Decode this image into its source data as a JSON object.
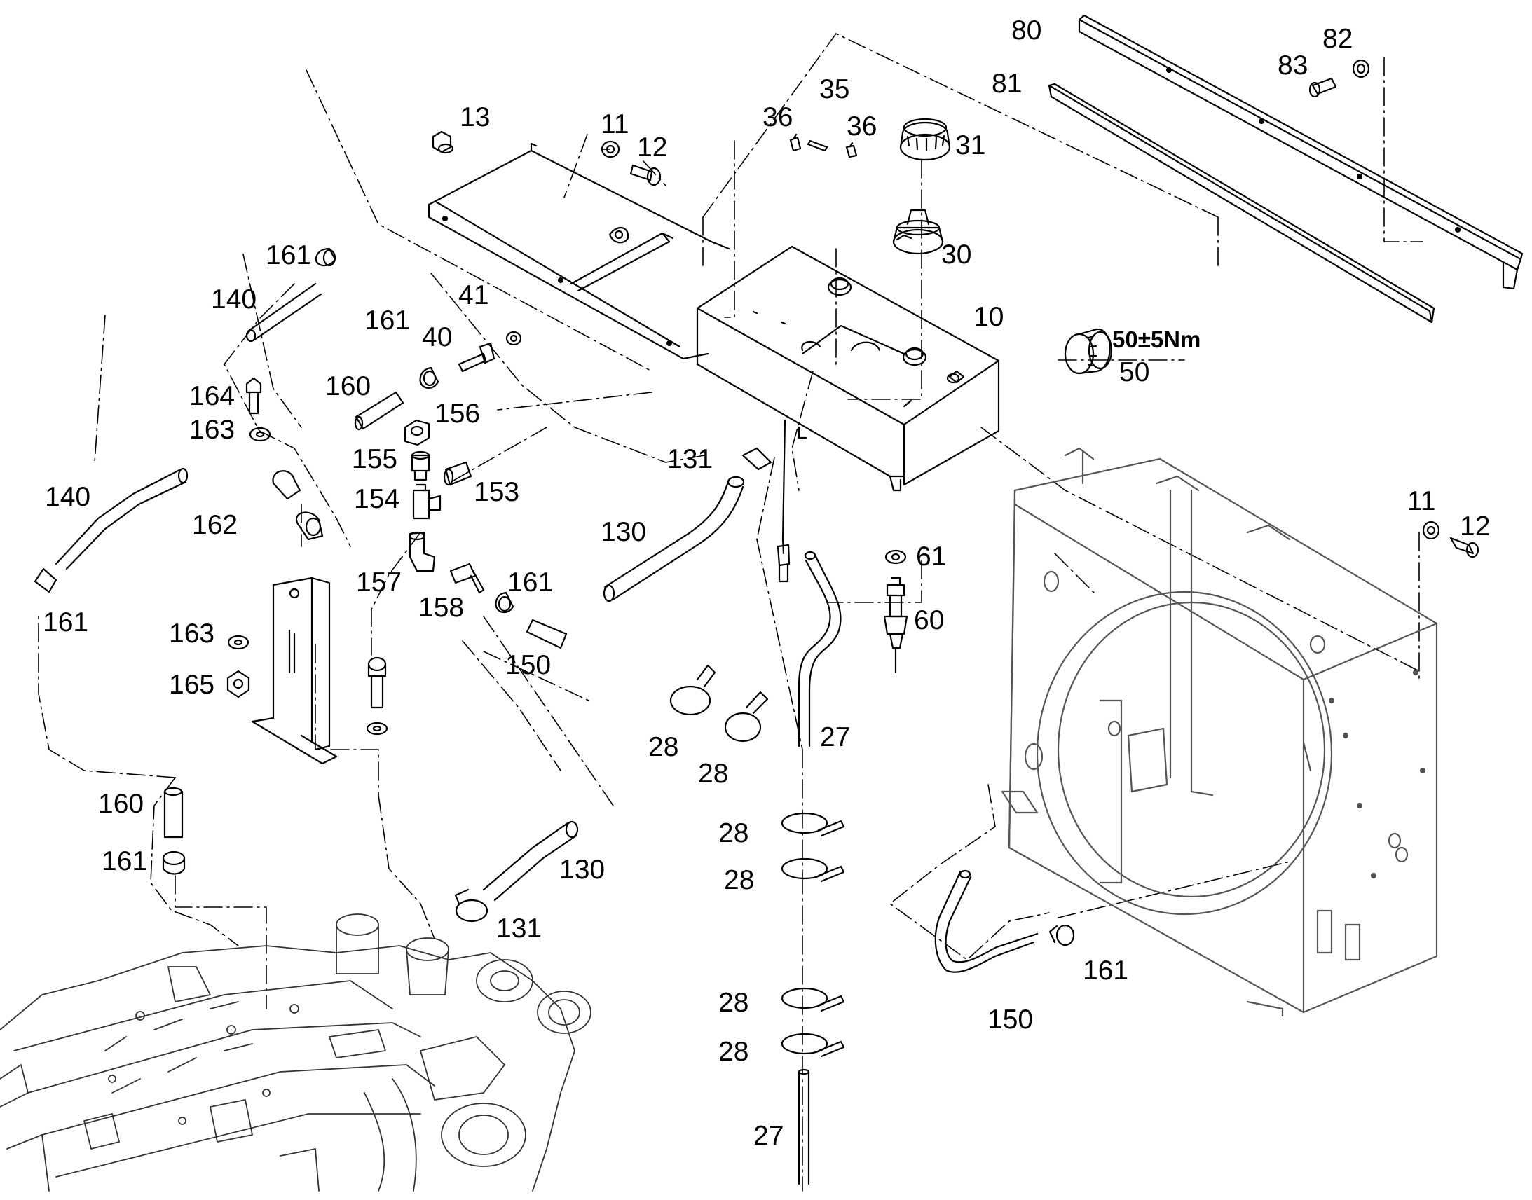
{
  "diagram": {
    "labels": {
      "p80": "80",
      "p81": "81",
      "p82": "82",
      "p83": "83",
      "p13": "13",
      "p11a": "11",
      "p12a": "12",
      "p36a": "36",
      "p35": "35",
      "p36b": "36",
      "p31": "31",
      "p30": "30",
      "p10": "10",
      "p161a": "161",
      "p140a": "140",
      "p161b": "161",
      "p41": "41",
      "p40": "40",
      "p164": "164",
      "p163a": "163",
      "p160a": "160",
      "p156": "156",
      "p155": "155",
      "p153": "153",
      "p154": "154",
      "p140b": "140",
      "p162": "162",
      "p50t": "50±5Nm",
      "p50": "50",
      "p131a": "131",
      "p130a": "130",
      "p11b": "11",
      "p12b": "12",
      "p61": "61",
      "p60": "60",
      "p157": "157",
      "p158": "158",
      "p161c": "161",
      "p161d": "161",
      "p163b": "163",
      "p165": "165",
      "p150a": "150",
      "p28a": "28",
      "p28b": "28",
      "p27a": "27",
      "p28c": "28",
      "p28d": "28",
      "p160b": "160",
      "p161e": "161",
      "p130b": "130",
      "p131b": "131",
      "p161f": "161",
      "p28e": "28",
      "p28f": "28",
      "p150b": "150",
      "p27b": "27"
    }
  }
}
